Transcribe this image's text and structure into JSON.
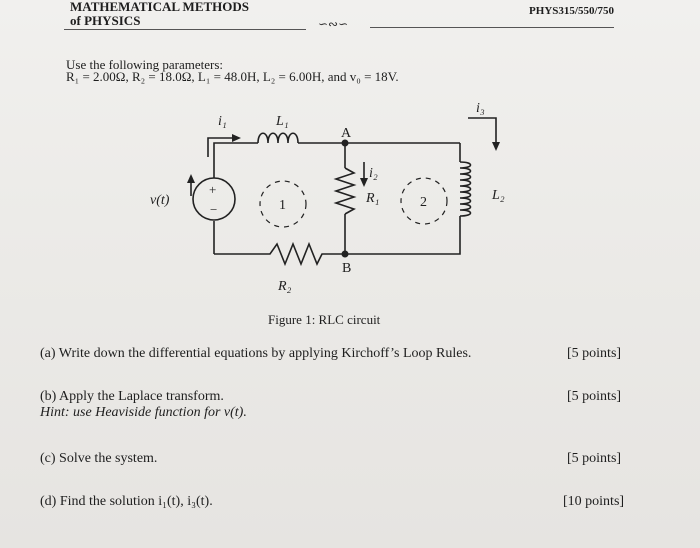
{
  "header": {
    "course_line1": "MATHEMATICAL METHODS",
    "course_line2": "of PHYSICS",
    "course_code": "PHYS315/550/750",
    "ornament": "∽∾∽"
  },
  "parameters": {
    "intro": "Use the following parameters:",
    "values": "R₁ = 2.00Ω, R₂ = 18.0Ω, L₁ = 48.0H, L₂ = 6.00H, and v₀ = 18V."
  },
  "circuit": {
    "label_i1": "i₁",
    "label_L1": "L₁",
    "label_A": "A",
    "label_i3": "i₃",
    "label_i2": "i₂",
    "label_R1": "R₁",
    "label_L2": "L₂",
    "label_v": "v(t)",
    "label_plus": "+",
    "label_minus": "−",
    "loop1": "1",
    "loop2": "2",
    "label_B": "B",
    "label_R2": "R₂"
  },
  "figure_caption": "Figure 1: RLC circuit",
  "questions": [
    {
      "text": "(a) Write down the differential equations by applying Kirchoff’s Loop Rules.",
      "points": "[5 points]"
    },
    {
      "text": "(b) Apply the Laplace transform.",
      "hint": "Hint: use Heaviside function for v(t).",
      "points": "[5 points]"
    },
    {
      "text": "(c) Solve the system.",
      "points": "[5 points]"
    },
    {
      "text": "(d) Find the solution i₁(t), i₃(t).",
      "points": "[10 points]"
    }
  ]
}
